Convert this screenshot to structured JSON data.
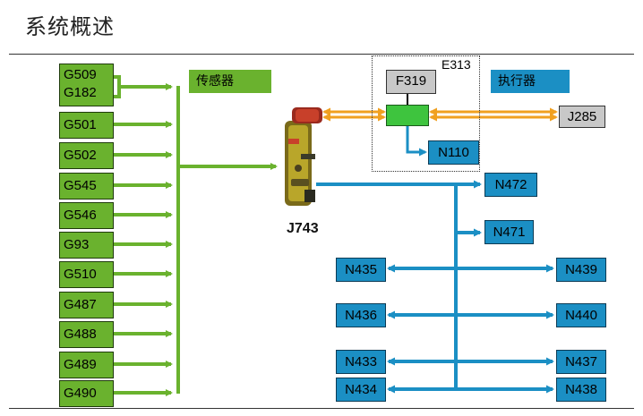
{
  "title": "系统概述",
  "sensors_header": "传感器",
  "actuators_header": "执行器",
  "sensors": [
    {
      "label": "G509\nG182"
    },
    {
      "label": "G501"
    },
    {
      "label": "G502"
    },
    {
      "label": "G545"
    },
    {
      "label": "G546"
    },
    {
      "label": "G93"
    },
    {
      "label": "G510"
    },
    {
      "label": "G487"
    },
    {
      "label": "G488"
    },
    {
      "label": "G489"
    },
    {
      "label": "G490"
    }
  ],
  "control_unit": "J743",
  "e313": {
    "label": "E313",
    "switch_label": "F319",
    "output": "N110"
  },
  "j285": "J285",
  "actuators": {
    "n472": "N472",
    "n471": "N471",
    "left": [
      "N435",
      "N436",
      "N433",
      "N434"
    ],
    "right": [
      "N439",
      "N440",
      "N437",
      "N438"
    ]
  },
  "colors": {
    "sensor": "#6ab22e",
    "actuator": "#1b8fc4",
    "can": "#f0a020",
    "neutral": "#c8c8c8"
  }
}
